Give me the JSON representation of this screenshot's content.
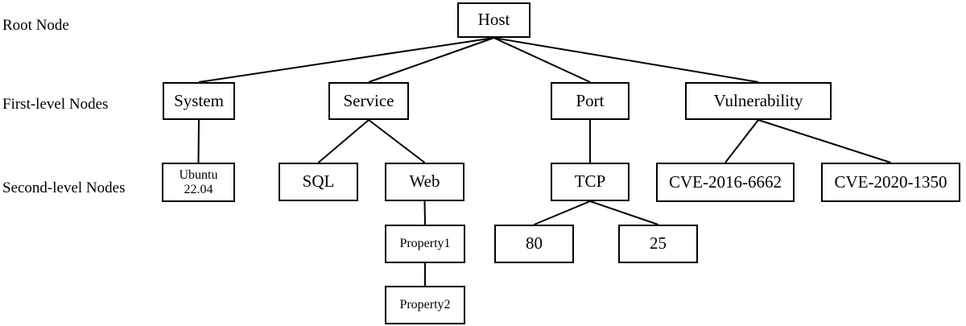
{
  "level_labels": {
    "root": "Root Node",
    "first": "First-level Nodes",
    "second": "Second-level Nodes"
  },
  "nodes": {
    "host": "Host",
    "system": "System",
    "service": "Service",
    "port": "Port",
    "vulnerability": "Vulnerability",
    "ubuntu": [
      "Ubuntu",
      "22.04"
    ],
    "sql": "SQL",
    "web": "Web",
    "tcp": "TCP",
    "cve1": "CVE-2016-6662",
    "cve2": "CVE-2020-1350",
    "property1": "Property1",
    "property2": "Property2",
    "port80": "80",
    "port25": "25"
  },
  "edges": [
    [
      "host",
      "system"
    ],
    [
      "host",
      "service"
    ],
    [
      "host",
      "port"
    ],
    [
      "host",
      "vulnerability"
    ],
    [
      "system",
      "ubuntu"
    ],
    [
      "service",
      "sql"
    ],
    [
      "service",
      "web"
    ],
    [
      "port",
      "tcp"
    ],
    [
      "vulnerability",
      "cve1"
    ],
    [
      "vulnerability",
      "cve2"
    ],
    [
      "web",
      "property1"
    ],
    [
      "property1",
      "property2"
    ],
    [
      "tcp",
      "port80"
    ],
    [
      "tcp",
      "port25"
    ]
  ]
}
